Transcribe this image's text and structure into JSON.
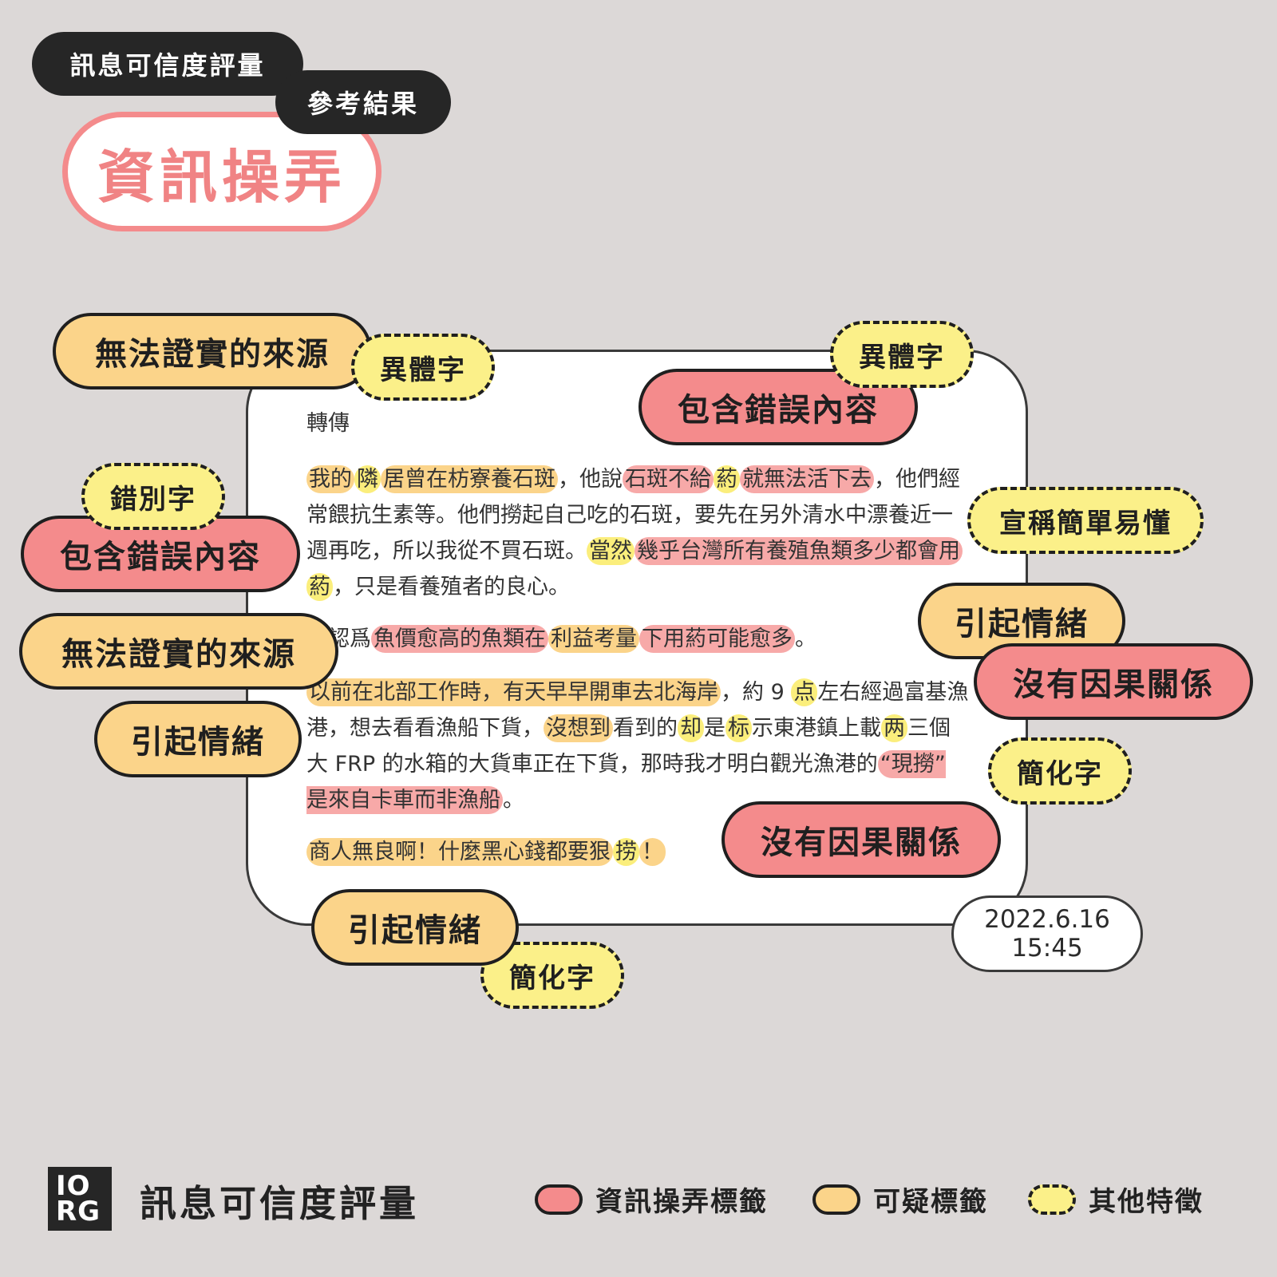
{
  "header": {
    "title": "訊息可信度評量",
    "subtitle": "參考結果",
    "verdict": "資訊操弄"
  },
  "message": {
    "forward_label": "轉傳",
    "paragraphs": [
      [
        {
          "t": "我的",
          "h": "o"
        },
        {
          "t": "隣",
          "h": "y"
        },
        {
          "t": "居曾在枋寮養石斑",
          "h": "o"
        },
        {
          "t": "，他說",
          "h": ""
        },
        {
          "t": "石斑不給",
          "h": "p"
        },
        {
          "t": "葯",
          "h": "y"
        },
        {
          "t": "就無法活下去",
          "h": "p"
        },
        {
          "t": "，他們經常餵抗生素等。他們撈起自己吃的石斑，要先在另外清水中漂養近一週再吃，所以我從不買石斑。",
          "h": ""
        },
        {
          "t": "當然",
          "h": "y"
        },
        {
          "t": "幾乎台灣所有養殖魚類多少都會用",
          "h": "p"
        },
        {
          "t": "葯",
          "h": "y"
        },
        {
          "t": "，只是看養殖者的良心。",
          "h": ""
        }
      ],
      [
        {
          "t": "人認爲",
          "h": ""
        },
        {
          "t": "魚價愈高的魚類在",
          "h": "p"
        },
        {
          "t": "利益考量",
          "h": "o"
        },
        {
          "t": "下用葯可能愈多",
          "h": "p"
        },
        {
          "t": "。",
          "h": ""
        }
      ],
      [
        {
          "t": "以前在北部工作時，有天早早開車去北海岸",
          "h": "o"
        },
        {
          "t": "，約 9 ",
          "h": ""
        },
        {
          "t": "点",
          "h": "y"
        },
        {
          "t": "左右經過富基漁港，想去看看漁船下貨，",
          "h": ""
        },
        {
          "t": "沒想到",
          "h": "o"
        },
        {
          "t": "看到的",
          "h": ""
        },
        {
          "t": "却",
          "h": "y"
        },
        {
          "t": "是",
          "h": ""
        },
        {
          "t": "标",
          "h": "y"
        },
        {
          "t": "示東港鎮上載",
          "h": ""
        },
        {
          "t": "两",
          "h": "y"
        },
        {
          "t": "三個大 FRP 的水箱的大貨車正在下貨，那時我才明白觀光漁港的",
          "h": ""
        },
        {
          "t": "“現撈” 是來自卡車而非漁船",
          "h": "p"
        },
        {
          "t": "。",
          "h": ""
        }
      ],
      [
        {
          "t": "商人無良啊！什麼黑心錢都要狠",
          "h": "o"
        },
        {
          "t": "捞",
          "h": "y"
        },
        {
          "t": "！",
          "h": "o"
        }
      ]
    ]
  },
  "tags": {
    "unverified_source_1": "無法證實的來源",
    "variant_char_1": "異體字",
    "variant_char_2": "異體字",
    "false_content_1": "包含錯誤內容",
    "typo_char": "錯別字",
    "false_content_2": "包含錯誤內容",
    "claim_simple": "宣稱簡單易懂",
    "unverified_source_2": "無法證實的來源",
    "emotion_1": "引起情緒",
    "emotion_2": "引起情緒",
    "no_causality_1": "沒有因果關係",
    "simplified_char_1": "簡化字",
    "no_causality_2": "沒有因果關係",
    "emotion_3": "引起情緒",
    "simplified_char_2": "簡化字"
  },
  "timestamp": {
    "date": "2022.6.16",
    "time": "15:45"
  },
  "footer": {
    "logo_line1": "IO",
    "logo_line2": "RG",
    "title": "訊息可信度評量",
    "legend": [
      {
        "label": "資訊操弄標籤",
        "color": "#f48b8c",
        "style": "solid"
      },
      {
        "label": "可疑標籤",
        "color": "#fbd48a",
        "style": "solid"
      },
      {
        "label": "其他特徵",
        "color": "#fbf089",
        "style": "dashed"
      }
    ]
  }
}
